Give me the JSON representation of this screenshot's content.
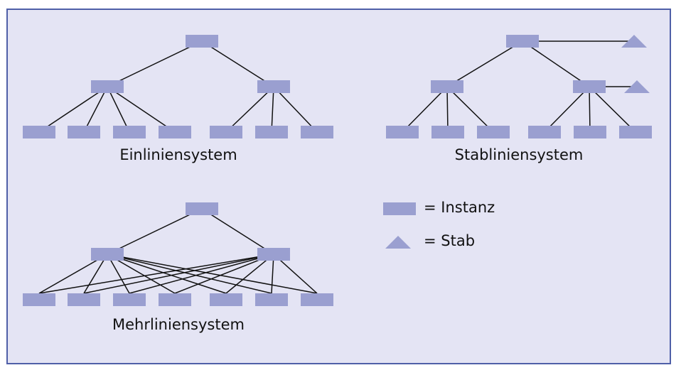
{
  "colors": {
    "box": "#9a9fd0",
    "line": "#111111",
    "background": "#e4e4f4",
    "border": "#4f5fa8"
  },
  "captions": {
    "einlinien": "Einliniensystem",
    "stablinien": "Stabliniensystem",
    "mehrlinien": "Mehrliniensystem"
  },
  "legend": {
    "instanz": "= Instanz",
    "stab": "= Stab"
  }
}
